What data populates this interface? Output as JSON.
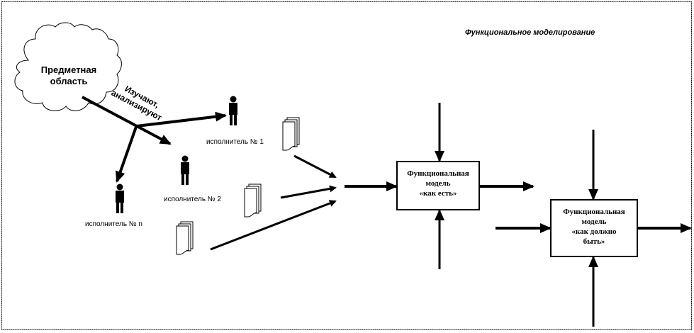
{
  "diagram": {
    "title": "Функциональное моделирование",
    "subject_area": {
      "line1": "Предметная",
      "line2": "область"
    },
    "study_label": {
      "line1": "Изучают,",
      "line2": "анализируют"
    },
    "performers": [
      {
        "label": "исполнитель № 1"
      },
      {
        "label": "исполнитель № 2"
      },
      {
        "label": "исполнитель №  n"
      }
    ],
    "documents": [
      {
        "name": "documents-1"
      },
      {
        "name": "documents-2"
      },
      {
        "name": "documents-n"
      }
    ],
    "boxes": [
      {
        "lines": [
          "Функциональная",
          "модель",
          "«как есть»"
        ]
      },
      {
        "lines": [
          "Функциональная",
          "модель",
          "«как должно",
          "быть»"
        ]
      }
    ],
    "colors": {
      "stroke": "#000000",
      "background": "#ffffff",
      "frame": "#000000"
    }
  }
}
